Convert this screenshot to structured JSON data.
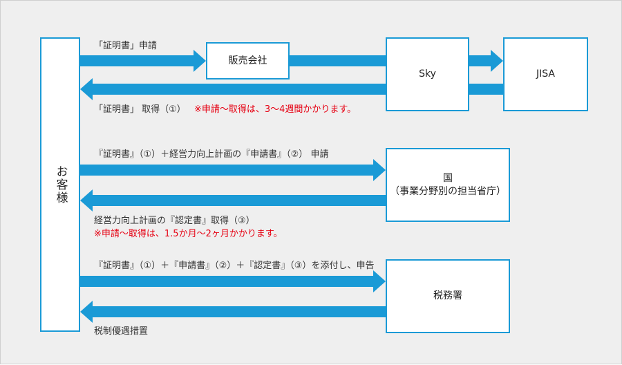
{
  "colors": {
    "arrow": "#1a9ad6",
    "box_border": "#1a9ad6",
    "note_red": "#e60012",
    "background": "#efefef"
  },
  "boxes": {
    "customer": "お客様",
    "sales_company": "販売会社",
    "sky": "Sky",
    "jisa": "JISA",
    "kuni_line1": "国",
    "kuni_line2": "（事業分野別の担当省庁）",
    "zeimusho": "税務署"
  },
  "labels": {
    "flow1_request": "「証明書」申請",
    "flow1_return": "「証明書」 取得（①）",
    "flow1_note": "※申請〜取得は、3〜4週間かかります。",
    "flow2_request": "『証明書』（①）＋経営力向上計画の『申請書』（②） 申請",
    "flow2_return": "経営力向上計画の『認定書』取得（③）",
    "flow2_note": "※申請〜取得は、1.5か月〜2ヶ月かかります。",
    "flow3_request": "『証明書』（①）＋『申請書』（②）＋『認定書』（③）を添付し、申告",
    "flow3_return": "税制優遇措置"
  }
}
